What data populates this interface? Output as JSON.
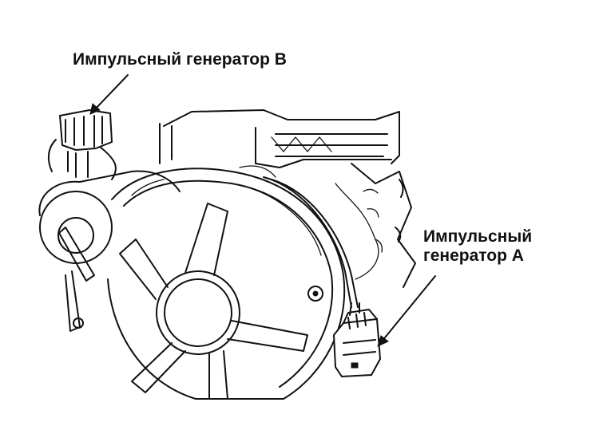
{
  "labels": {
    "generator_b": "Импульсный генератор В",
    "generator_a_line1": "Импульсный",
    "generator_a_line2": "генератор А"
  },
  "colors": {
    "ink": "#111111",
    "paper": "#ffffff"
  }
}
